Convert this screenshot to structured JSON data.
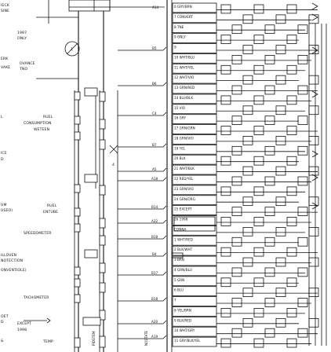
{
  "left_labels": [
    {
      "id": "l0",
      "text": "IECK"
    },
    {
      "id": "l1",
      "text": "SINE"
    },
    {
      "id": "l2",
      "text": "ERK"
    },
    {
      "id": "l3",
      "text": "VAKE"
    },
    {
      "id": "l4",
      "text": "L"
    },
    {
      "id": "l5",
      "text": "ICE"
    },
    {
      "id": "l6",
      "text": "D"
    },
    {
      "id": "l7",
      "text": "UM"
    },
    {
      "id": "l8",
      "text": "USEO)"
    },
    {
      "id": "l9",
      "text": "ILLOVEN"
    },
    {
      "id": "l10",
      "text": "NOTECTION"
    },
    {
      "id": "l11",
      "text": "ONVENTIOLE)"
    },
    {
      "id": "l12",
      "text": "OET"
    },
    {
      "id": "l13",
      "text": "D"
    },
    {
      "id": "l14",
      "text": "&"
    }
  ],
  "mid_labels": [
    {
      "id": "m0",
      "text": "1997"
    },
    {
      "id": "m1",
      "text": "ONLY"
    },
    {
      "id": "m2",
      "text": "OVANCE"
    },
    {
      "id": "m3",
      "text": "TNO"
    },
    {
      "id": "m4",
      "text": "RUEL"
    },
    {
      "id": "m5",
      "text": "CONSUMPTION"
    },
    {
      "id": "m6",
      "text": "WETEEN"
    },
    {
      "id": "m7",
      "text": "RUEL"
    },
    {
      "id": "m8",
      "text": "ENTUBE"
    },
    {
      "id": "m9",
      "text": "SPEEDOMETER"
    },
    {
      "id": "m10",
      "text": "TACHOMETER"
    },
    {
      "id": "m11",
      "text": "EXCEPT"
    },
    {
      "id": "m12",
      "text": "1998"
    },
    {
      "id": "m13",
      "text": "TEMP"
    }
  ],
  "rot_labels": [
    {
      "id": "r0",
      "text": "PIDSTEM"
    },
    {
      "id": "r1",
      "text": "NOSTATE"
    }
  ],
  "pin_numbers": [
    {
      "id": "p0",
      "text": "A14"
    },
    {
      "id": "p1",
      "text": "B5"
    },
    {
      "id": "p2",
      "text": "B6"
    },
    {
      "id": "p3",
      "text": "C4"
    },
    {
      "id": "p4",
      "text": "B7"
    },
    {
      "id": "p5",
      "text": "A5"
    },
    {
      "id": "p6",
      "text": "A18"
    },
    {
      "id": "p7",
      "text": "B14"
    },
    {
      "id": "p8",
      "text": "A22"
    },
    {
      "id": "p9",
      "text": "B18"
    },
    {
      "id": "p10",
      "text": "B4"
    },
    {
      "id": "p11",
      "text": "B17"
    },
    {
      "id": "p12",
      "text": "B18"
    },
    {
      "id": "p13",
      "text": "A20"
    },
    {
      "id": "p14",
      "text": "A19"
    }
  ],
  "symbol_labels": [
    {
      "id": "s0",
      "text": "1"
    },
    {
      "id": "s1",
      "text": "4"
    }
  ],
  "wire_labels": [
    {
      "id": "w0",
      "text": "6   GRY/BRN"
    },
    {
      "id": "w1",
      "text": "7   CONVERT"
    },
    {
      "id": "w2",
      "text": "8   TNE"
    },
    {
      "id": "w3",
      "text": "9   ONLY"
    },
    {
      "id": "w4",
      "text": "9"
    },
    {
      "id": "w5",
      "text": "10  WHT/BLU"
    },
    {
      "id": "w6",
      "text": "11  WHT/YEL"
    },
    {
      "id": "w7",
      "text": "12  WHT/VIO"
    },
    {
      "id": "w8",
      "text": "13  GRN/RED"
    },
    {
      "id": "w9",
      "text": "14  BLU/BLK"
    },
    {
      "id": "w10",
      "text": "15  VIO"
    },
    {
      "id": "w11",
      "text": "16  GRY"
    },
    {
      "id": "w12",
      "text": "17  GRN/GRN"
    },
    {
      "id": "w13",
      "text": "18  GRN/VIO"
    },
    {
      "id": "w14",
      "text": "19  YEL"
    },
    {
      "id": "w15",
      "text": "20  BLK"
    },
    {
      "id": "w16",
      "text": "21  WHT/BLK"
    },
    {
      "id": "w17",
      "text": "22  RED/YEL"
    },
    {
      "id": "w18",
      "text": "23  GRN/VIO"
    },
    {
      "id": "w19",
      "text": "24  GRN/ORG"
    },
    {
      "id": "w20",
      "text": "25  EXCEPT"
    },
    {
      "id": "w21",
      "text": "26  1998"
    },
    {
      "id": "w22",
      "text": "CONNA"
    },
    {
      "id": "w23",
      "text": "1   WHT/RED"
    },
    {
      "id": "w24",
      "text": "2   BLK/WHT"
    },
    {
      "id": "w25",
      "text": "3   BRN"
    },
    {
      "id": "w26",
      "text": "4   GRN/BLU"
    },
    {
      "id": "w27",
      "text": "5   GRN"
    },
    {
      "id": "w28",
      "text": "6   BLU"
    },
    {
      "id": "w29",
      "text": "7"
    },
    {
      "id": "w30",
      "text": "8   YEL/BRN"
    },
    {
      "id": "w31",
      "text": "9   BLK/RED"
    },
    {
      "id": "w32",
      "text": "10  WHT/GRY"
    },
    {
      "id": "w33",
      "text": "11  GRY/BLK/YEL"
    }
  ]
}
